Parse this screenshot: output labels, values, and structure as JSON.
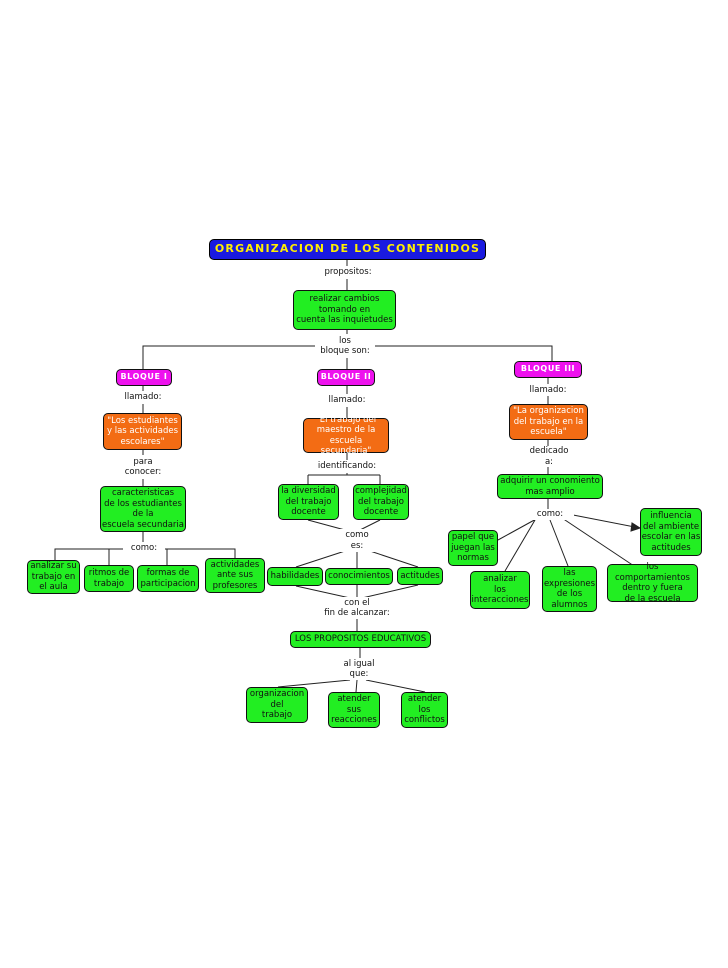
{
  "title": "ORGANIZACION DE LOS CONTENIDOS",
  "proposito": {
    "link_propositos": "propositos:",
    "main": "realizar cambios\ntomando en\ncuenta las inquietudes",
    "link_bloques": "los\nbloque son:"
  },
  "bloque1": {
    "title": "BLOQUE I",
    "link_llamado": "llamado:",
    "name": "\"Los estudiantes\ny las actividades\nescolares\"",
    "link_para": "para\nconocer:",
    "content": "caracteristicas\nde los estudiantes\nde la\nescuela secundaria",
    "link_como": "como:",
    "items": [
      "analizar su\ntrabajo en\nel aula",
      "ritmos de\ntrabajo",
      "formas de\nparticipacion",
      "actividades\nante sus\nprofesores"
    ]
  },
  "bloque2": {
    "title": "BLOQUE II",
    "link_llamado": "llamado:",
    "name": "\"El trabajo del\nmaestro de la\nescuela secundaria\"",
    "link_identificando": "identificando:",
    "content": [
      "la diversidad\ndel trabajo\ndocente",
      "complejidad\ndel trabajo\ndocente"
    ],
    "link_como": "como\nes:",
    "items": [
      "habilidades",
      "conocimientos",
      "actitudes"
    ],
    "link_fin": "con el\nfin de alcanzar:",
    "goal": "LOS PROPOSITOS EDUCATIVOS",
    "link_igual": "al igual\nque:",
    "final_items": [
      "organizacion\ndel\ntrabajo",
      "atender\nsus\nreacciones",
      "atender\nlos\nconflictos"
    ]
  },
  "bloque3": {
    "title": "BLOQUE III",
    "link_llamado": "llamado:",
    "name": "\"La organizacion\ndel trabajo en la\nescuela\"",
    "link_dedicado": "dedicado\na:",
    "content": "adquirir un conomiento\nmas amplio",
    "link_como": "como:",
    "items": [
      "papel que\njuegan las\nnormas",
      "analizar\nlos\ninteracciones",
      "las\nexpresiones\nde los\nalumnos",
      "los comportamientos\ndentro y fuera\nde la escuela",
      "influencia\ndel ambiente\nescolar en las\nactitudes"
    ]
  },
  "colors": {
    "green": "#22ee22",
    "orange": "#f36c14",
    "magenta": "#ee11ee",
    "title_bg": "#1a1ae0",
    "title_text": "#ffee00"
  }
}
